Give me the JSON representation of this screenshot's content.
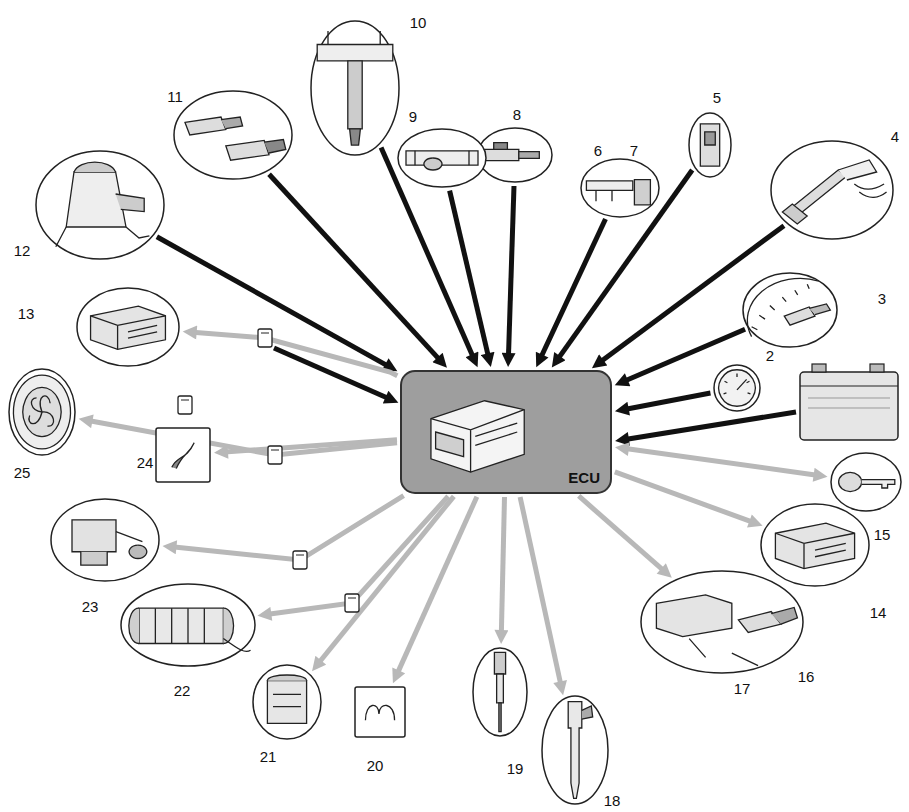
{
  "diagram": {
    "nodes": [
      {
        "text": [
          "ECU"
        ]
      },
      {
        "text": [
          "2"
        ]
      },
      {
        "text": [
          "3"
        ]
      },
      {
        "text": [
          "4"
        ]
      },
      {
        "text": [
          "5"
        ]
      },
      {
        "text": [
          "6",
          "7"
        ]
      },
      {
        "text": [
          "8"
        ]
      },
      {
        "text": [
          "9"
        ]
      },
      {
        "text": [
          "10"
        ]
      },
      {
        "text": [
          "11"
        ]
      },
      {
        "text": [
          "12"
        ]
      },
      {
        "text": [
          "13"
        ]
      },
      {
        "text": [
          "14"
        ]
      },
      {
        "text": [
          "15"
        ]
      },
      {
        "text": [
          "16",
          "17"
        ]
      },
      {
        "text": [
          "18"
        ]
      },
      {
        "text": [
          "19"
        ]
      },
      {
        "text": [
          "20"
        ]
      },
      {
        "text": [
          "21"
        ]
      },
      {
        "text": [
          "22"
        ]
      },
      {
        "text": [
          "23"
        ]
      },
      {
        "text": [
          "24"
        ]
      },
      {
        "text": [
          "25"
        ]
      }
    ],
    "edges": [
      {
        "from": 1,
        "to": 0,
        "arrow": "to"
      },
      {
        "from": 2,
        "to": 0,
        "arrow": "to"
      },
      {
        "from": 3,
        "to": 0,
        "arrow": "to"
      },
      {
        "from": 4,
        "to": 0,
        "arrow": "to"
      },
      {
        "from": 5,
        "to": 0,
        "arrow": "to"
      },
      {
        "from": 6,
        "to": 0,
        "arrow": "to"
      },
      {
        "from": 7,
        "to": 0,
        "arrow": "to"
      },
      {
        "from": 8,
        "to": 0,
        "arrow": "to"
      },
      {
        "from": 9,
        "to": 0,
        "arrow": "to"
      },
      {
        "from": 10,
        "to": 0,
        "arrow": "to"
      },
      {
        "from": 0,
        "to": 11,
        "arrow": "to"
      },
      {
        "from": 0,
        "to": 12,
        "arrow": "to"
      },
      {
        "from": 0,
        "to": 13,
        "arrow": "both"
      },
      {
        "from": 0,
        "to": 14,
        "arrow": "to"
      },
      {
        "from": 0,
        "to": 15,
        "arrow": "to"
      },
      {
        "from": 0,
        "to": 16,
        "arrow": "to"
      },
      {
        "from": 0,
        "to": 17,
        "arrow": "to"
      },
      {
        "from": 0,
        "to": 18,
        "arrow": "to"
      },
      {
        "from": 0,
        "to": 19,
        "arrow": "to"
      },
      {
        "from": 0,
        "to": 20,
        "arrow": "to"
      },
      {
        "from": 0,
        "to": 21,
        "arrow": "to"
      },
      {
        "from": 0,
        "to": 22,
        "arrow": "to"
      }
    ]
  }
}
